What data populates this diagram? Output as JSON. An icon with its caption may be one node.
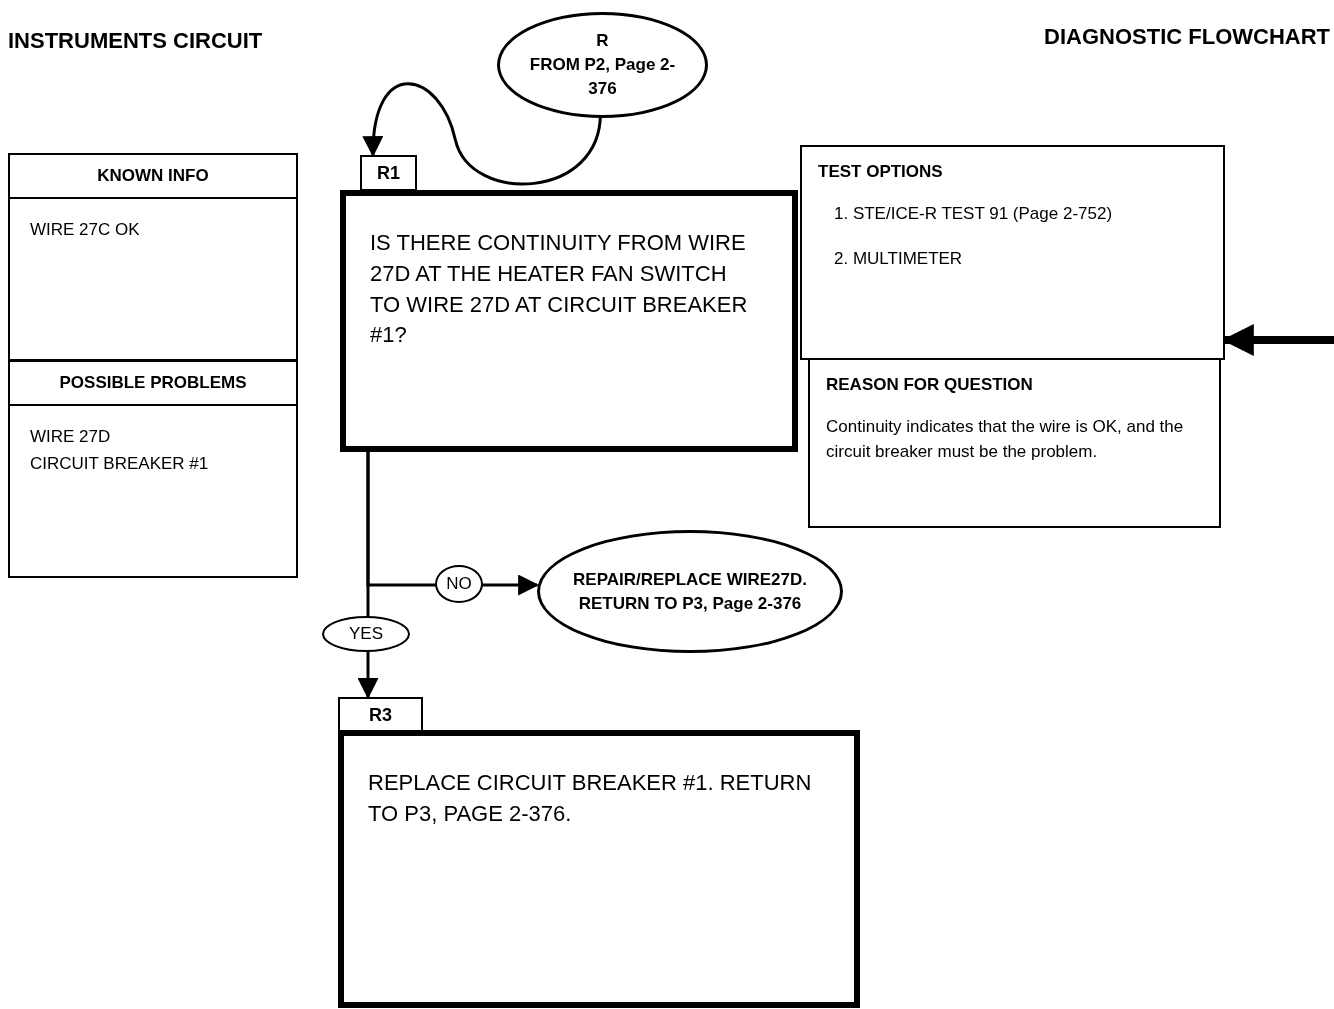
{
  "diagram": {
    "title": "INSTRUMENTS CIRCUIT",
    "nodes": [
      {
        "text": [
          "R",
          "FROM P2, Page 2-376"
        ]
      },
      {
        "text": [
          "KNOWN INFO",
          "WIRE 27C OK"
        ]
      },
      {
        "text": [
          "POSSIBLE PROBLEMS",
          "WIRE 27D",
          "CIRCUIT BREAKER #1"
        ]
      },
      {
        "text": [
          "R1"
        ]
      },
      {
        "text": [
          "IS THERE CONTINUITY FROM WIRE 27D AT THE HEATER FAN SWITCH TO WIRE 27D AT CIRCUIT BREAKER #1?"
        ]
      },
      {
        "text": [
          "TEST OPTIONS",
          "1. STE/ICE-R TEST 91 (Page 2-752)",
          "2. MULTIMETER"
        ]
      },
      {
        "text": [
          "REASON FOR QUESTION",
          "Continuity indicates that the wire is OK, and the circuit breaker must be the problem."
        ]
      },
      {
        "text": [
          "REPAIR/REPLACE WIRE27D. RETURN TO P3, Page 2-376"
        ]
      },
      {
        "text": [
          "R3"
        ]
      },
      {
        "text": [
          "REPLACE CIRCUIT BREAKER #1. RETURN TO P3, PAGE 2-376."
        ]
      }
    ],
    "edges": [
      {
        "from": 0,
        "to": 3,
        "arrow": "to"
      },
      {
        "from": 4,
        "to": 7,
        "arrow": "to",
        "label": "NO"
      },
      {
        "from": 4,
        "to": 8,
        "arrow": "to",
        "label": "YES"
      },
      {
        "from": null,
        "to": 5,
        "arrow": "to",
        "style": "thick"
      }
    ],
    "labels": [
      "DIAGNOSTIC FLOWCHART"
    ]
  }
}
